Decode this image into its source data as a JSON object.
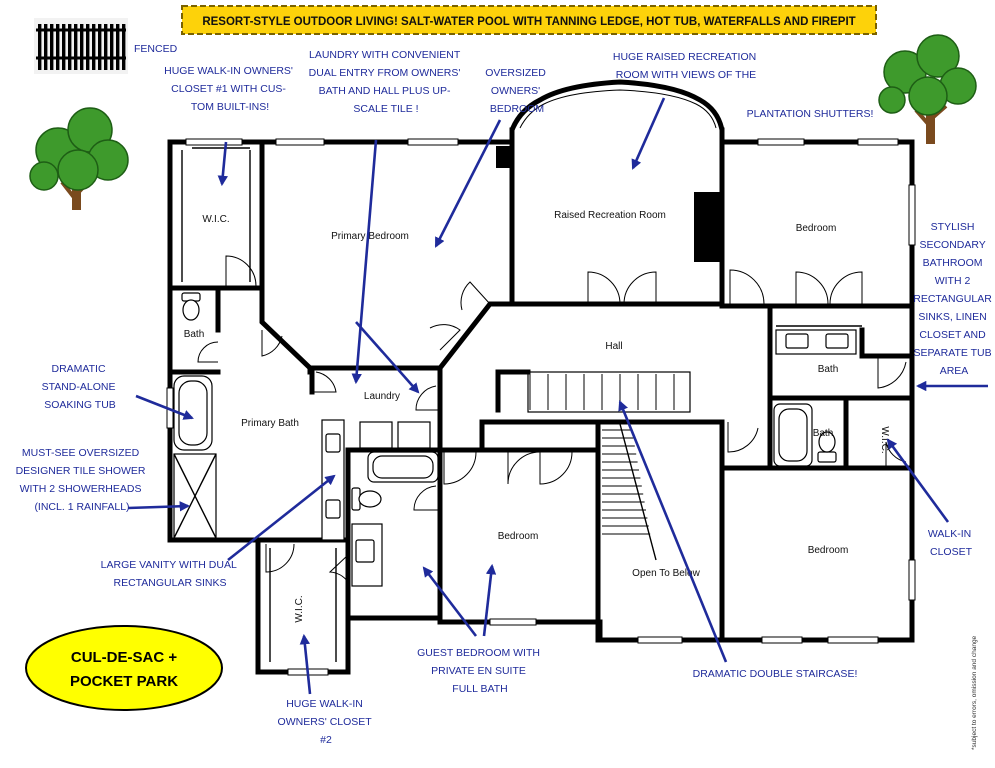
{
  "banner": "RESORT-STYLE OUTDOOR LIVING!  SALT-WATER POOL WITH TANNING LEDGE, HOT TUB, WATERFALLS AND FIREPIT",
  "fence_label": "FENCED",
  "cul_de_sac": [
    "CUL-DE-SAC +",
    "POCKET PARK"
  ],
  "disclaimer": "*subject to errors, omission and change",
  "rooms": {
    "wic_left": "W.I.C.",
    "primary_bedroom": "Primary Bedroom",
    "raised_recreation": "Raised Recreation Room",
    "bedroom_ne": "Bedroom",
    "bath_left": "Bath",
    "hall": "Hall",
    "laundry": "Laundry",
    "primary_bath": "Primary Bath",
    "bath_right_top": "Bath",
    "bath_right_bottom": "Bath",
    "wic_right": "W.I.C.",
    "bedroom_center": "Bedroom",
    "open_to_below": "Open To Below",
    "bedroom_se": "Bedroom",
    "wic_bottom": "W.I.C."
  },
  "annotations": {
    "closet1": [
      "HUGE WALK-IN OWNERS'",
      "CLOSET #1 WITH CUS-",
      "TOM BUILT-INS!"
    ],
    "laundry": [
      "LAUNDRY WITH CONVENIENT",
      "DUAL ENTRY FROM OWNERS'",
      "BATH AND HALL PLUS UP-",
      "SCALE TILE !"
    ],
    "owners_bedroom": [
      "OVERSIZED",
      "OWNERS'",
      "BEDROOM"
    ],
    "recreation": [
      "HUGE RAISED RECREATION",
      "ROOM WITH VIEWS OF THE"
    ],
    "shutters": [
      "PLANTATION SHUTTERS!"
    ],
    "secondary_bath": [
      "STYLISH",
      "SECONDARY",
      "BATHROOM",
      "WITH 2",
      "RECTANGULAR",
      "SINKS, LINEN",
      "CLOSET AND",
      "SEPARATE TUB",
      "AREA"
    ],
    "soaking_tub": [
      "DRAMATIC",
      "STAND-ALONE",
      "SOAKING TUB"
    ],
    "tile_shower": [
      "MUST-SEE OVERSIZED",
      "DESIGNER TILE SHOWER",
      "WITH 2 SHOWERHEADS",
      "(INCL. 1 RAINFALL)"
    ],
    "vanity": [
      "LARGE VANITY WITH DUAL",
      "RECTANGULAR SINKS"
    ],
    "guest_bedroom": [
      "GUEST BEDROOM WITH",
      "PRIVATE EN SUITE",
      "FULL BATH"
    ],
    "staircase": [
      "DRAMATIC DOUBLE STAIRCASE!"
    ],
    "walk_in_closet": [
      "WALK-IN",
      "CLOSET"
    ],
    "closet2": [
      "HUGE WALK-IN",
      "OWNERS' CLOSET",
      "#2"
    ]
  },
  "colors": {
    "banner_fill": "#FDD20A",
    "banner_border": "#7a6200",
    "annotation_text": "#1F2B9B",
    "oval_fill": "#FFFF00",
    "tree_leaves": "#3E9A2C",
    "tree_trunk": "#7A4A1E",
    "walls": "#000000"
  }
}
